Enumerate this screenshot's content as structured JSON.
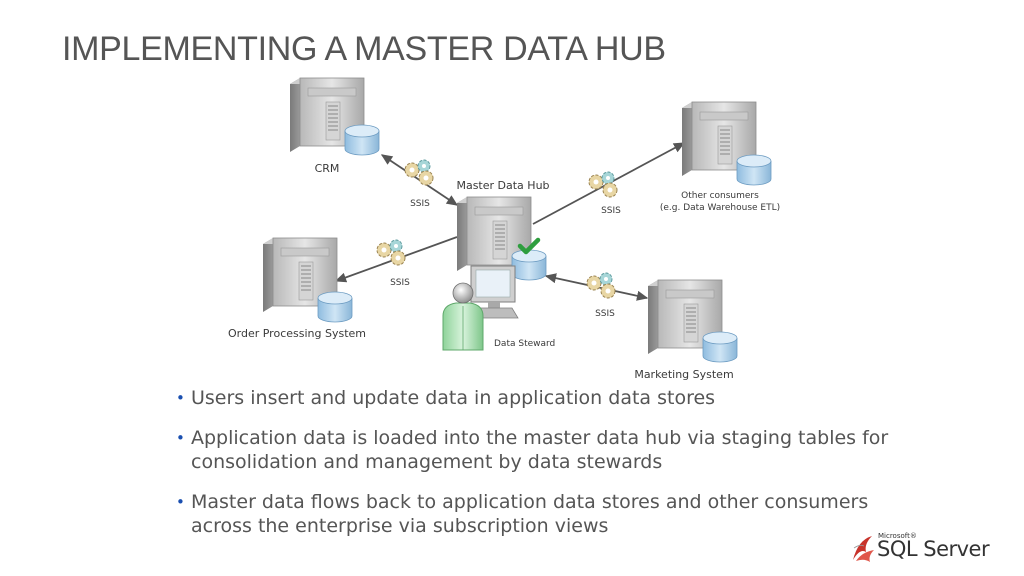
{
  "slide": {
    "title": "IMPLEMENTING A MASTER DATA HUB"
  },
  "diagram": {
    "nodes": {
      "crm": "CRM",
      "hub": "Master Data Hub",
      "other_consumers_line1": "Other consumers",
      "other_consumers_line2": "(e.g. Data Warehouse ETL)",
      "order_processing": "Order Processing System",
      "marketing": "Marketing System",
      "data_steward": "Data Steward"
    },
    "connectors": {
      "crm_link": "SSIS",
      "order_link": "SSIS",
      "consumers_link": "SSIS",
      "marketing_link": "SSIS"
    }
  },
  "bullets": [
    {
      "line1": "Users insert and update data in application data stores",
      "line2": ""
    },
    {
      "line1": "Application data is loaded into the master data hub via staging tables for",
      "line2": "consolidation and management by data stewards"
    },
    {
      "line1": "Master data flows back to application data stores and other consumers",
      "line2": "across the enterprise via subscription views"
    }
  ],
  "logo": {
    "small": "Microsoft®",
    "big": "SQL Server"
  },
  "colors": {
    "title": "#555555",
    "bullet_marker": "#1a4fb0",
    "arrow": "#555555",
    "check": "#2e9e3e",
    "database": "#a9cde8"
  }
}
